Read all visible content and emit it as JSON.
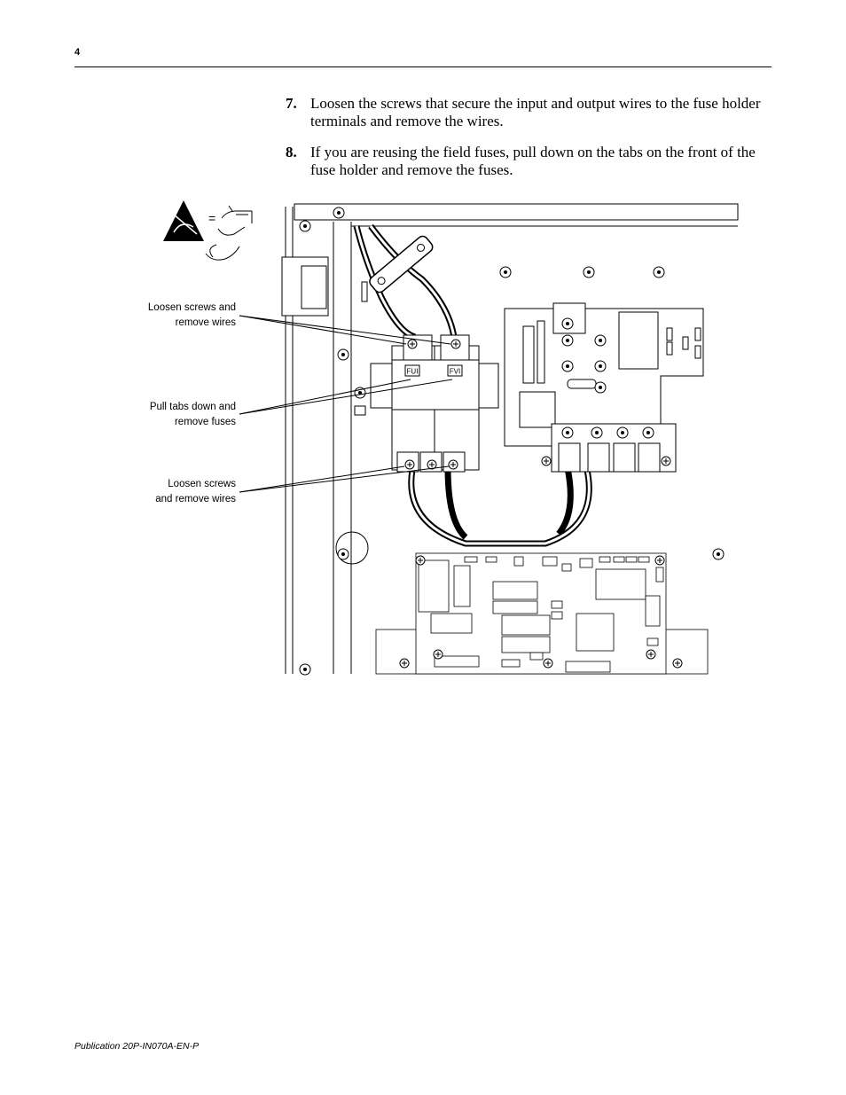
{
  "header": {
    "page_number": "4"
  },
  "steps": [
    {
      "number": "7.",
      "text": "Loosen the screws that secure the input and output wires to the fuse holder terminals and remove the wires."
    },
    {
      "number": "8.",
      "text": "If you are reusing the field fuses, pull down on the tabs on the front of the fuse holder and remove the fuses."
    }
  ],
  "figure": {
    "callouts": {
      "input_screws": [
        "Loosen screws and",
        "remove wires"
      ],
      "fuse_tabs": [
        "Pull tabs down and",
        "remove fuses"
      ],
      "output_screws": [
        "Loosen screws",
        "and remove wires"
      ]
    },
    "fuse_labels": {
      "left": "FUI",
      "right": "FVI"
    },
    "esd_equals": "="
  },
  "footer": {
    "publication": "Publication 20P-IN070A-EN-P"
  }
}
